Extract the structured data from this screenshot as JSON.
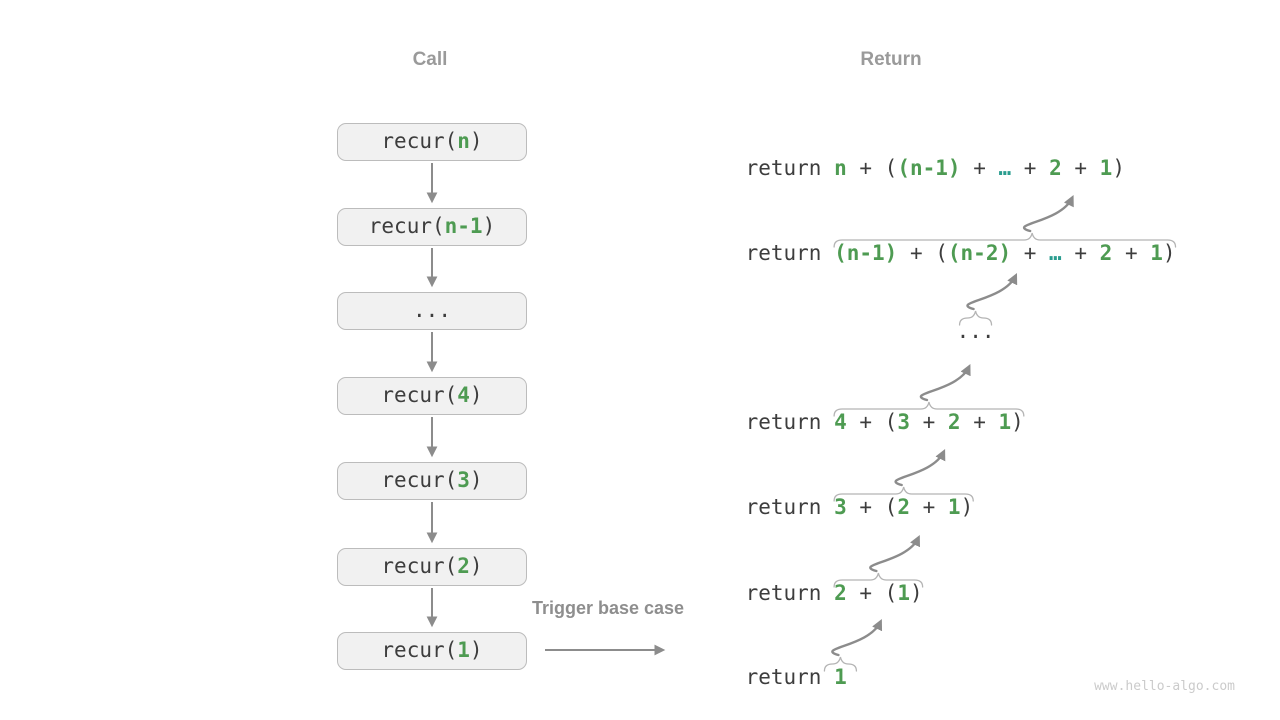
{
  "headers": {
    "call": "Call",
    "return": "Return"
  },
  "trigger_label": "Trigger base case",
  "watermark": "www.hello-algo.com",
  "colors": {
    "code_text": "#3d3d3d",
    "highlight_green": "#4e9b52",
    "ellipsis_teal": "#2a9d8f",
    "box_fill": "#f1f1f1",
    "box_border": "#bcbcbc",
    "arrow_gray": "#8c8c8c",
    "brace_gray": "#b4b4b4",
    "label_gray": "#9a9a9a",
    "watermark_gray": "#cbcbcb"
  },
  "call_boxes": [
    {
      "tokens": [
        {
          "t": "recur(",
          "s": "md"
        },
        {
          "t": "n",
          "s": "mg"
        },
        {
          "t": ")",
          "s": "md"
        }
      ]
    },
    {
      "tokens": [
        {
          "t": "recur(",
          "s": "md"
        },
        {
          "t": "n-1",
          "s": "mg"
        },
        {
          "t": ")",
          "s": "md"
        }
      ]
    },
    {
      "tokens": [
        {
          "t": "...",
          "s": "md"
        }
      ]
    },
    {
      "tokens": [
        {
          "t": "recur(",
          "s": "md"
        },
        {
          "t": "4",
          "s": "mg"
        },
        {
          "t": ")",
          "s": "md"
        }
      ]
    },
    {
      "tokens": [
        {
          "t": "recur(",
          "s": "md"
        },
        {
          "t": "3",
          "s": "mg"
        },
        {
          "t": ")",
          "s": "md"
        }
      ]
    },
    {
      "tokens": [
        {
          "t": "recur(",
          "s": "md"
        },
        {
          "t": "2",
          "s": "mg"
        },
        {
          "t": ")",
          "s": "md"
        }
      ]
    },
    {
      "tokens": [
        {
          "t": "recur(",
          "s": "md"
        },
        {
          "t": "1",
          "s": "mg"
        },
        {
          "t": ")",
          "s": "md"
        }
      ]
    }
  ],
  "returns": [
    {
      "brace": "none",
      "arrow": false,
      "head": [
        {
          "t": "return ",
          "s": "md"
        }
      ],
      "expr": [
        {
          "t": "n",
          "s": "mg"
        },
        {
          "t": " + (",
          "s": "md"
        },
        {
          "t": "(n-1)",
          "s": "mg"
        },
        {
          "t": " + ",
          "s": "md"
        },
        {
          "t": "…",
          "s": "mt"
        },
        {
          "t": " + ",
          "s": "md"
        },
        {
          "t": "2",
          "s": "mg"
        },
        {
          "t": " + ",
          "s": "md"
        },
        {
          "t": "1",
          "s": "mg"
        },
        {
          "t": ")",
          "s": "md"
        }
      ]
    },
    {
      "brace": "full",
      "peak": 0.58,
      "arrow": true,
      "head": [
        {
          "t": "return ",
          "s": "md"
        }
      ],
      "expr": [
        {
          "t": "(n-1)",
          "s": "mg"
        },
        {
          "t": " + (",
          "s": "md"
        },
        {
          "t": "(n-2)",
          "s": "mg"
        },
        {
          "t": " + ",
          "s": "md"
        },
        {
          "t": "…",
          "s": "mt"
        },
        {
          "t": " + ",
          "s": "md"
        },
        {
          "t": "2",
          "s": "mg"
        },
        {
          "t": " + ",
          "s": "md"
        },
        {
          "t": "1",
          "s": "mg"
        },
        {
          "t": ")",
          "s": "md"
        }
      ]
    },
    {
      "brace": "small",
      "arrow": true,
      "head": [],
      "expr": [
        {
          "t": "...",
          "s": "md"
        }
      ]
    },
    {
      "brace": "full",
      "peak": 0.5,
      "arrow": true,
      "head": [
        {
          "t": "return ",
          "s": "md"
        }
      ],
      "expr": [
        {
          "t": "4",
          "s": "mg"
        },
        {
          "t": " + (",
          "s": "md"
        },
        {
          "t": "3",
          "s": "mg"
        },
        {
          "t": " + ",
          "s": "md"
        },
        {
          "t": "2",
          "s": "mg"
        },
        {
          "t": " + ",
          "s": "md"
        },
        {
          "t": "1",
          "s": "mg"
        },
        {
          "t": ")",
          "s": "md"
        }
      ]
    },
    {
      "brace": "full",
      "peak": 0.5,
      "arrow": true,
      "head": [
        {
          "t": "return ",
          "s": "md"
        }
      ],
      "expr": [
        {
          "t": "3",
          "s": "mg"
        },
        {
          "t": " + (",
          "s": "md"
        },
        {
          "t": "2",
          "s": "mg"
        },
        {
          "t": " + ",
          "s": "md"
        },
        {
          "t": "1",
          "s": "mg"
        },
        {
          "t": ")",
          "s": "md"
        }
      ]
    },
    {
      "brace": "full",
      "peak": 0.5,
      "arrow": true,
      "head": [
        {
          "t": "return ",
          "s": "md"
        }
      ],
      "expr": [
        {
          "t": "2",
          "s": "mg"
        },
        {
          "t": " + (",
          "s": "md"
        },
        {
          "t": "1",
          "s": "mg"
        },
        {
          "t": ")",
          "s": "md"
        }
      ]
    },
    {
      "brace": "small",
      "arrow": true,
      "head": [
        {
          "t": "return ",
          "s": "md"
        }
      ],
      "expr": [
        {
          "t": "1",
          "s": "mg"
        }
      ]
    }
  ]
}
